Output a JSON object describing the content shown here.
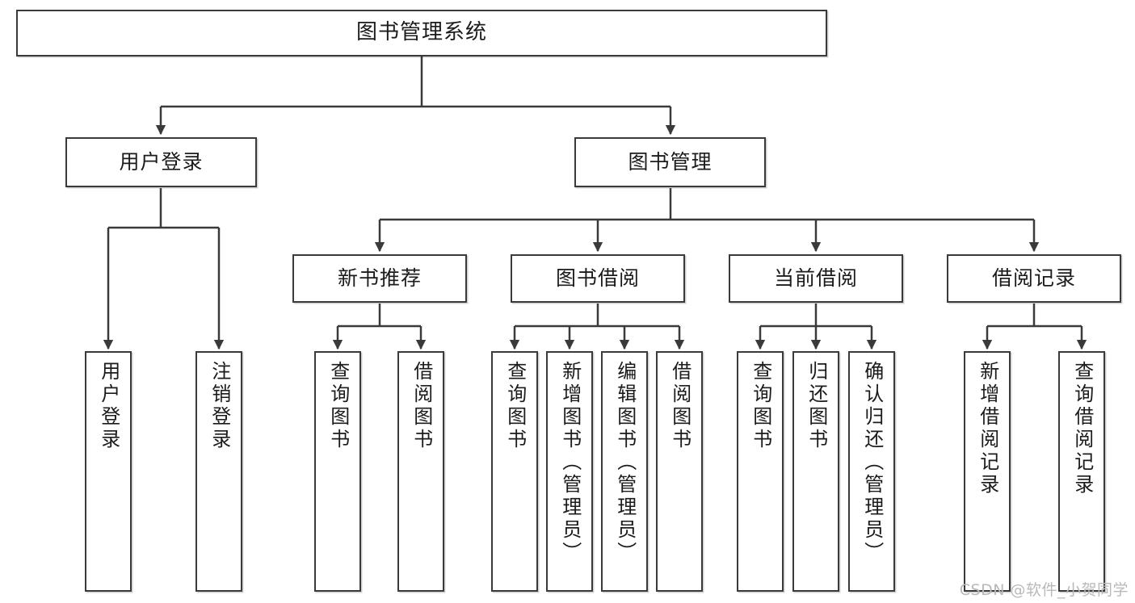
{
  "diagram": {
    "title": "图书管理系统",
    "type": "tree-hierarchy",
    "orientation": "top-down",
    "levels": 4,
    "colors": {
      "node_border": "#3a3a3a",
      "node_fill": "#ffffff",
      "edge": "#3a3a3a",
      "text": "#1b1b1b",
      "watermark": "#b9b9b9"
    }
  },
  "root": {
    "label": "图书管理系统"
  },
  "level2": [
    {
      "label": "用户登录"
    },
    {
      "label": "图书管理"
    }
  ],
  "level3": [
    {
      "label": "新书推荐"
    },
    {
      "label": "图书借阅"
    },
    {
      "label": "当前借阅"
    },
    {
      "label": "借阅记录"
    }
  ],
  "leaves": {
    "user_login": [
      {
        "label": "用户登录"
      },
      {
        "label": "注销登录"
      }
    ],
    "new_book_recommend": [
      {
        "label": "查询图书"
      },
      {
        "label": "借阅图书"
      }
    ],
    "book_borrow": [
      {
        "label": "查询图书"
      },
      {
        "label": "新增图书（管理员）"
      },
      {
        "label": "编辑图书（管理员）"
      },
      {
        "label": "借阅图书"
      }
    ],
    "current_borrow": [
      {
        "label": "查询图书"
      },
      {
        "label": "归还图书"
      },
      {
        "label": "确认归还（管理员）"
      }
    ],
    "borrow_record": [
      {
        "label": "新增借阅记录"
      },
      {
        "label": "查询借阅记录"
      }
    ]
  },
  "watermark": {
    "text": "CSDN @软件_小贺同学"
  }
}
